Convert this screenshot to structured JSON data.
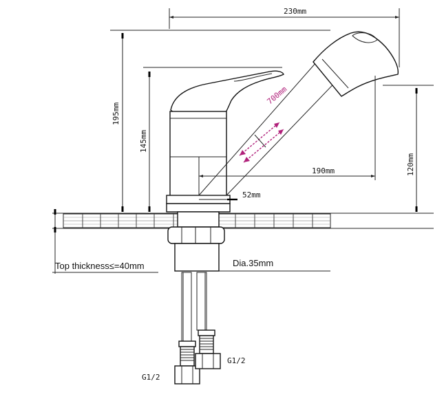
{
  "dimensions": {
    "width_top": "230mm",
    "height_total": "195mm",
    "height_spout": "145mm",
    "hose_length": "700mm",
    "reach": "190mm",
    "spray_height": "120mm",
    "base": "52mm"
  },
  "notes": {
    "top_thickness": "Top thickness≤=40mm",
    "diameter": "Dia.35mm"
  },
  "connectors": {
    "left": "G1/2",
    "right": "G1/2"
  },
  "colors": {
    "line": "#222222",
    "hose_arrows": "#b0207a"
  }
}
